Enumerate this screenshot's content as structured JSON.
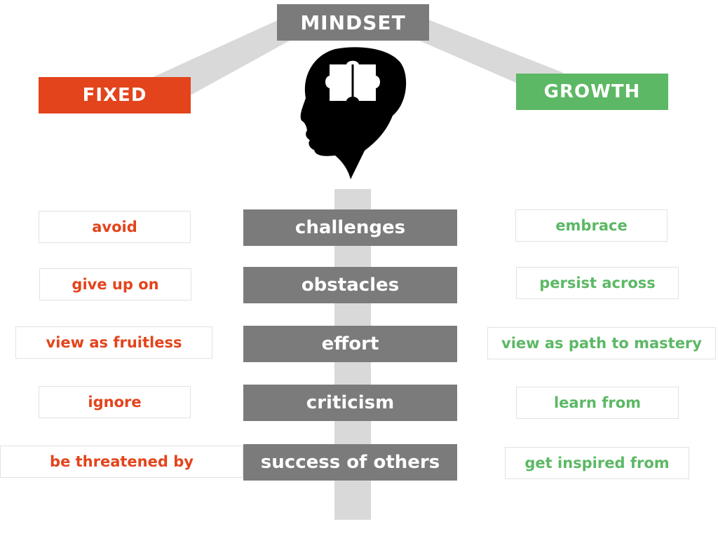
{
  "title": "MINDSET",
  "left_heading": "FIXED",
  "right_heading": "GROWTH",
  "colors": {
    "fixed": "#e3441c",
    "growth": "#5cb865",
    "neutral": "#7b7b7b",
    "connector": "#d9d9d9"
  },
  "icon": "head-with-puzzle-brain-icon",
  "rows": [
    {
      "topic": "challenges",
      "fixed": "avoid",
      "growth": "embrace"
    },
    {
      "topic": "obstacles",
      "fixed": "give up on",
      "growth": "persist across"
    },
    {
      "topic": "effort",
      "fixed": "view as fruitless",
      "growth": "view as path to mastery"
    },
    {
      "topic": "criticism",
      "fixed": "ignore",
      "growth": "learn from"
    },
    {
      "topic": "success of others",
      "fixed": "be threatened by",
      "growth": "get inspired from"
    }
  ]
}
